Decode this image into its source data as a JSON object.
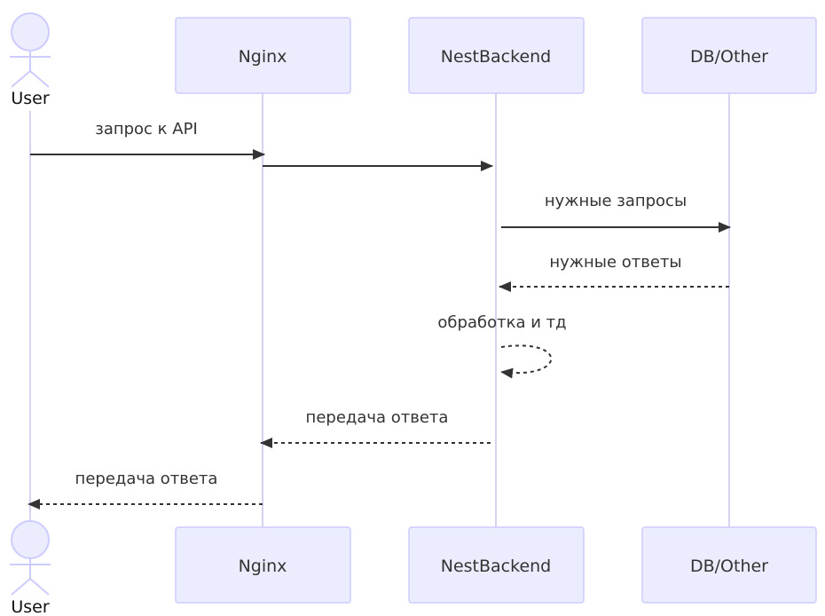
{
  "colors": {
    "box_fill": "#ECECFF",
    "box_stroke": "#CCCCFF",
    "lifeline": "#D6D2F2",
    "arrow": "#333333"
  },
  "participants": {
    "user": {
      "label": "User"
    },
    "nginx": {
      "label": "Nginx"
    },
    "backend": {
      "label": "NestBackend"
    },
    "db": {
      "label": "DB/Other"
    }
  },
  "messages": [
    {
      "from": "user",
      "to": "nginx",
      "label": "запрос к API",
      "style": "solid"
    },
    {
      "from": "nginx",
      "to": "backend",
      "label": "",
      "style": "solid"
    },
    {
      "from": "backend",
      "to": "db",
      "label": "нужные запросы",
      "style": "solid"
    },
    {
      "from": "db",
      "to": "backend",
      "label": "нужные ответы",
      "style": "dashed"
    },
    {
      "from": "backend",
      "to": "backend",
      "label": "обработка и тд",
      "style": "dashed"
    },
    {
      "from": "backend",
      "to": "nginx",
      "label": "передача ответа",
      "style": "dashed"
    },
    {
      "from": "nginx",
      "to": "user",
      "label": "передача ответа",
      "style": "dashed"
    }
  ]
}
